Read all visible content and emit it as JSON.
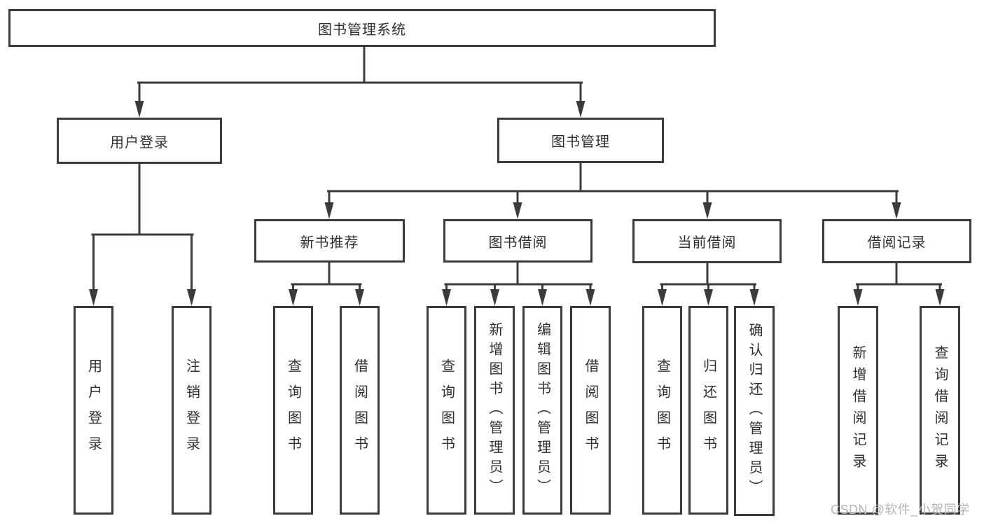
{
  "diagram": {
    "root": {
      "label": "图书管理系统"
    },
    "branches": [
      {
        "label": "用户登录",
        "children": [
          {
            "label": "用户登录"
          },
          {
            "label": "注销登录"
          }
        ]
      },
      {
        "label": "图书管理",
        "children": [
          {
            "label": "新书推荐",
            "children": [
              {
                "label": "查询图书"
              },
              {
                "label": "借阅图书"
              }
            ]
          },
          {
            "label": "图书借阅",
            "children": [
              {
                "label": "查询图书"
              },
              {
                "label": "新增图书（管理员）"
              },
              {
                "label": "编辑图书（管理员）"
              },
              {
                "label": "借阅图书"
              }
            ]
          },
          {
            "label": "当前借阅",
            "children": [
              {
                "label": "查询图书"
              },
              {
                "label": "归还图书"
              },
              {
                "label": "确认归还（管理员）"
              }
            ]
          },
          {
            "label": "借阅记录",
            "children": [
              {
                "label": "新增借阅记录"
              },
              {
                "label": "查询借阅记录"
              }
            ]
          }
        ]
      }
    ]
  },
  "watermark": {
    "text": "CSDN @软件_小贺同学"
  },
  "colors": {
    "line": "#3b3b3b",
    "box_border": "#3b3b3b",
    "box_fill": "#ffffff",
    "text": "#303030",
    "watermark": "#b5b5b5"
  }
}
